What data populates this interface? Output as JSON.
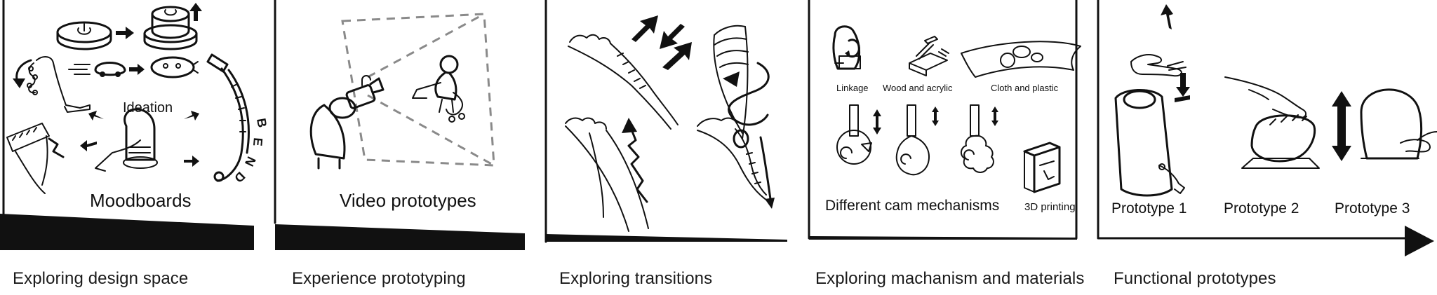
{
  "stages": [
    {
      "caption": "Exploring design space",
      "panel_title": "Moodboards",
      "center_label": "Ideation",
      "bend_letters": [
        "B",
        "E",
        "N",
        "D"
      ]
    },
    {
      "caption": "Experience prototyping",
      "panel_title": "Video prototypes"
    },
    {
      "caption": "Exploring transitions"
    },
    {
      "caption": "Exploring machanism and materials",
      "labels": {
        "linkage": "Linkage",
        "wood": "Wood and acrylic",
        "cloth": "Cloth and plastic",
        "cams": "Different cam mechanisms",
        "printing": "3D printing"
      }
    },
    {
      "caption": "Functional prototypes",
      "prototypes": [
        "Prototype 1",
        "Prototype 2",
        "Prototype 3"
      ]
    }
  ],
  "colors": {
    "ink": "#111111",
    "dashed_frame": "#8a8a8a",
    "background": "#ffffff"
  }
}
